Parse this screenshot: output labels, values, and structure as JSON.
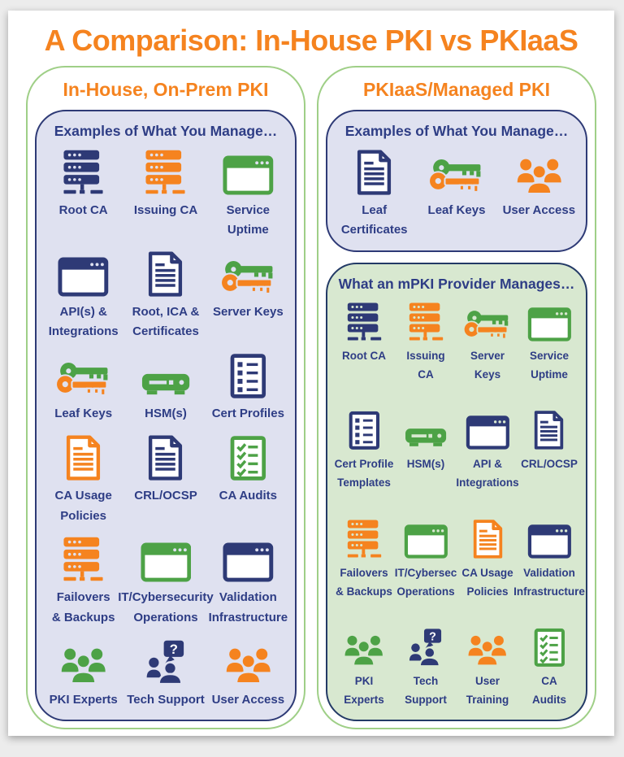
{
  "page": {
    "title": "A Comparison: In-House PKI vs PKIaaS"
  },
  "colors": {
    "orange": "#F5831F",
    "navy": "#2E3A76",
    "green": "#4DA246",
    "label_navy": "#2E3D85",
    "outer_border_green": "#9FCF87",
    "lavender_panel_bg": "#DFE1F0",
    "green_panel_bg": "#D8E8D0"
  },
  "left_column": {
    "header": "In-House, On-Prem PKI",
    "panel": {
      "heading": "Examples of What You Manage…",
      "bg": "#DFE1F0",
      "columns": 3,
      "items": [
        {
          "icon": "server-icon",
          "color": "navy",
          "label": "Root CA"
        },
        {
          "icon": "server-icon",
          "color": "orange",
          "label": "Issuing CA"
        },
        {
          "icon": "window-icon",
          "color": "green",
          "label": "Service Uptime"
        },
        {
          "icon": "window-icon",
          "color": "navy",
          "label": "API(s) &\nIntegrations"
        },
        {
          "icon": "document-icon",
          "color": "navy",
          "label": "Root, ICA &\nCertificates"
        },
        {
          "icon": "keys-icon",
          "color": "multi",
          "label": "Server Keys"
        },
        {
          "icon": "keys-icon",
          "color": "multi",
          "label": "Leaf Keys"
        },
        {
          "icon": "hsm-icon",
          "color": "green",
          "label": "HSM(s)"
        },
        {
          "icon": "list-icon",
          "color": "navy",
          "label": "Cert Profiles"
        },
        {
          "icon": "document-icon",
          "color": "orange",
          "label": "CA Usage\nPolicies"
        },
        {
          "icon": "document-icon",
          "color": "navy",
          "label": "CRL/OCSP"
        },
        {
          "icon": "checklist-icon",
          "color": "green",
          "label": "CA Audits"
        },
        {
          "icon": "server-icon",
          "color": "orange",
          "label": "Failovers\n& Backups"
        },
        {
          "icon": "window-icon",
          "color": "green",
          "label": "IT/Cybersecurity\nOperations"
        },
        {
          "icon": "window-icon",
          "color": "navy",
          "label": "Validation\nInfrastructure"
        },
        {
          "icon": "people-icon",
          "color": "green",
          "label": "PKI Experts"
        },
        {
          "icon": "support-icon",
          "color": "navy",
          "label": "Tech Support"
        },
        {
          "icon": "people-icon",
          "color": "orange",
          "label": "User Access"
        }
      ]
    }
  },
  "right_column": {
    "header": "PKIaaS/Managed PKI",
    "panel_you_manage": {
      "heading": "Examples of What You Manage…",
      "bg": "#DFE1F0",
      "columns": 3,
      "items": [
        {
          "icon": "document-icon",
          "color": "navy",
          "label": "Leaf Certificates"
        },
        {
          "icon": "keys-icon",
          "color": "multi",
          "label": "Leaf Keys"
        },
        {
          "icon": "people-icon",
          "color": "orange",
          "label": "User Access"
        }
      ]
    },
    "panel_provider_manages": {
      "heading": "What an mPKI Provider Manages…",
      "bg": "#D8E8D0",
      "columns": 4,
      "items": [
        {
          "icon": "server-icon",
          "color": "navy",
          "label": "Root CA"
        },
        {
          "icon": "server-icon",
          "color": "orange",
          "label": "Issuing\nCA"
        },
        {
          "icon": "keys-icon",
          "color": "multi",
          "label": "Server\nKeys"
        },
        {
          "icon": "window-icon",
          "color": "green",
          "label": "Service\nUptime"
        },
        {
          "icon": "list-icon",
          "color": "navy",
          "label": "Cert Profile\nTemplates"
        },
        {
          "icon": "hsm-icon",
          "color": "green",
          "label": "HSM(s)"
        },
        {
          "icon": "window-icon",
          "color": "navy",
          "label": "API &\nIntegrations"
        },
        {
          "icon": "document-icon",
          "color": "navy",
          "label": "CRL/OCSP"
        },
        {
          "icon": "server-icon",
          "color": "orange",
          "label": "Failovers\n& Backups"
        },
        {
          "icon": "window-icon",
          "color": "green",
          "label": "IT/Cybersec\nOperations"
        },
        {
          "icon": "document-icon",
          "color": "orange",
          "label": "CA Usage\nPolicies"
        },
        {
          "icon": "window-icon",
          "color": "navy",
          "label": "Validation\nInfrastructure"
        },
        {
          "icon": "people-icon",
          "color": "green",
          "label": "PKI\nExperts"
        },
        {
          "icon": "support-icon",
          "color": "navy",
          "label": "Tech\nSupport"
        },
        {
          "icon": "people-icon",
          "color": "orange",
          "label": "User\nTraining"
        },
        {
          "icon": "checklist-icon",
          "color": "green",
          "label": "CA\nAudits"
        }
      ]
    }
  }
}
